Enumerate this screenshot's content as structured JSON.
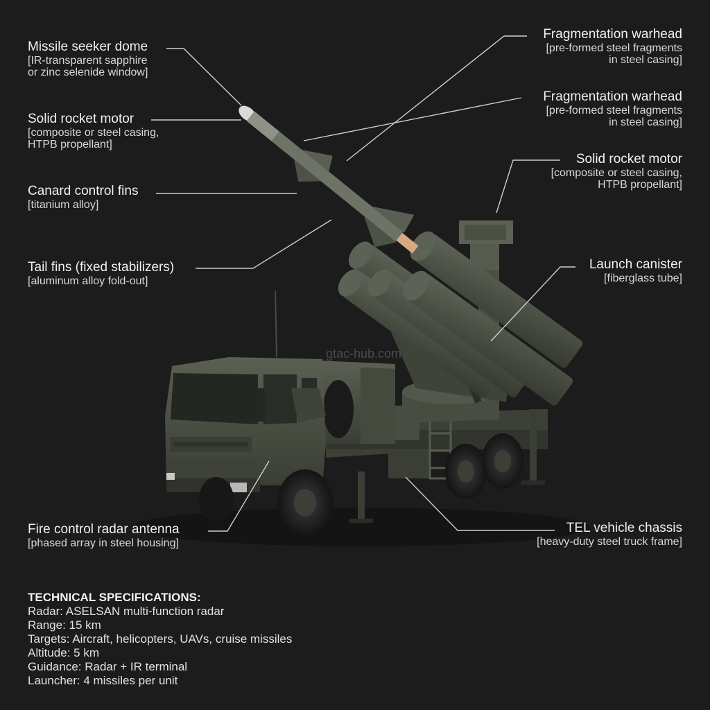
{
  "watermark": "gtac-hub.com",
  "labels": {
    "seeker": {
      "title": "Missile seeker dome",
      "sub1": "[IR-transparent sapphire",
      "sub2": "or zinc selenide window]"
    },
    "motor_left": {
      "title": "Solid rocket motor",
      "sub1": "[composite or steel casing,",
      "sub2": "HTPB propellant]"
    },
    "canard": {
      "title": "Canard control fins",
      "sub1": "[titanium alloy]"
    },
    "tail": {
      "title": "Tail fins (fixed stabilizers)",
      "sub1": "[aluminum alloy fold-out]"
    },
    "radar": {
      "title": "Fire control radar antenna",
      "sub1": "[phased array in steel housing]"
    },
    "warhead1": {
      "title": "Fragmentation warhead",
      "sub1": "[pre-formed steel fragments",
      "sub2": "in steel casing]"
    },
    "warhead2": {
      "title": "Fragmentation warhead",
      "sub1": "[pre-formed steel fragments",
      "sub2": "in steel casing]"
    },
    "motor_right": {
      "title": "Solid rocket motor",
      "sub1": "[composite or steel casing,",
      "sub2": "HTPB propellant]"
    },
    "canister": {
      "title": "Launch canister",
      "sub1": "[fiberglass tube]"
    },
    "chassis": {
      "title": "TEL vehicle chassis",
      "sub1": "[heavy-duty steel truck frame]"
    }
  },
  "specs": {
    "heading": "TECHNICAL SPECIFICATIONS:",
    "rows": [
      "Radar: ASELSAN multi-function radar",
      "Range: 15 km",
      "Targets: Aircraft, helicopters, UAVs, cruise missiles",
      "Altitude: 5 km",
      "Guidance: Radar + IR terminal",
      "Launcher: 4 missiles per unit"
    ]
  },
  "colors": {
    "background": "#1c1c1c",
    "olive": "#4a4f43",
    "olive_dark": "#33372f",
    "leader": "#cfcfcf"
  }
}
